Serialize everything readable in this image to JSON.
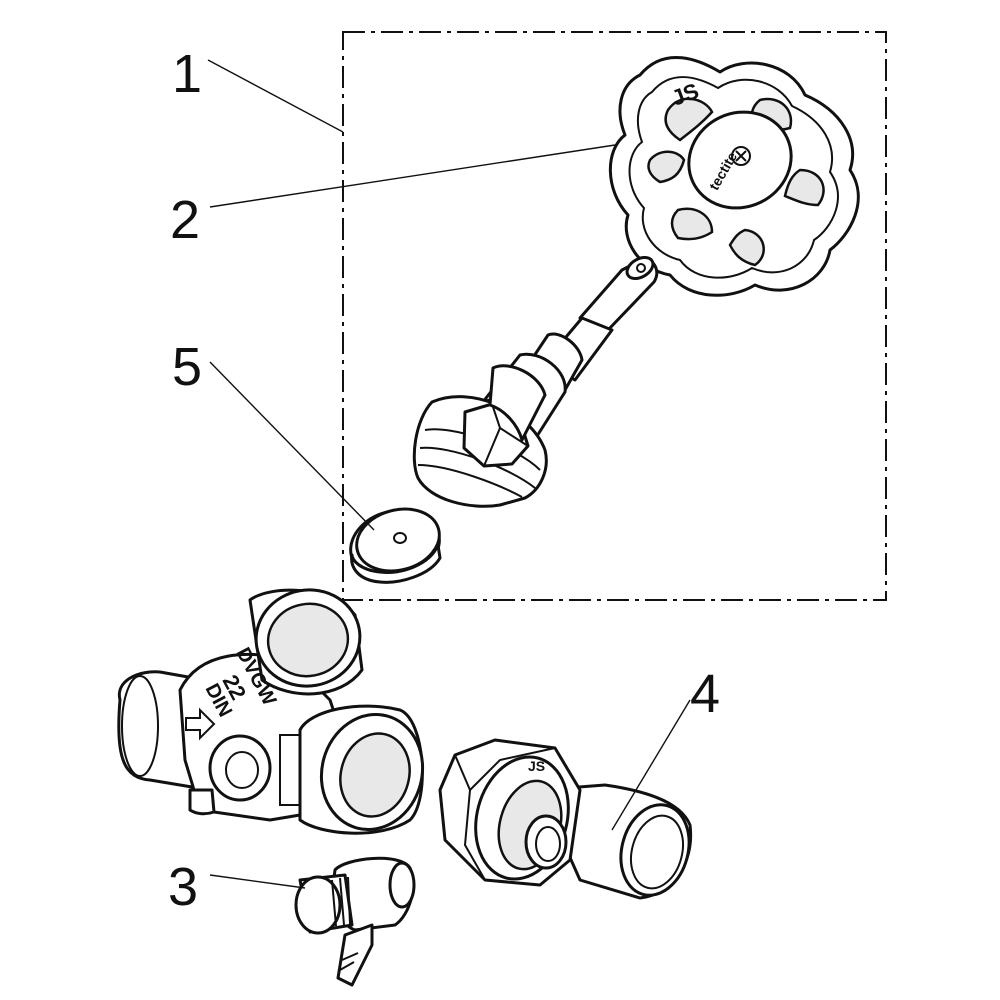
{
  "callouts": [
    {
      "id": "1",
      "label": "1"
    },
    {
      "id": "2",
      "label": "2"
    },
    {
      "id": "3",
      "label": "3"
    },
    {
      "id": "4",
      "label": "4"
    },
    {
      "id": "5",
      "label": "5"
    }
  ],
  "markings": {
    "handwheel_cap": "tectite",
    "handwheel_logo": "JS",
    "body_brand": "DVGW",
    "body_size": "22",
    "body_standard": "DIN",
    "nut_logo": "JS"
  },
  "colors": {
    "line": "#111111",
    "fill": "#ffffff",
    "shade": "#e8e8e8"
  }
}
